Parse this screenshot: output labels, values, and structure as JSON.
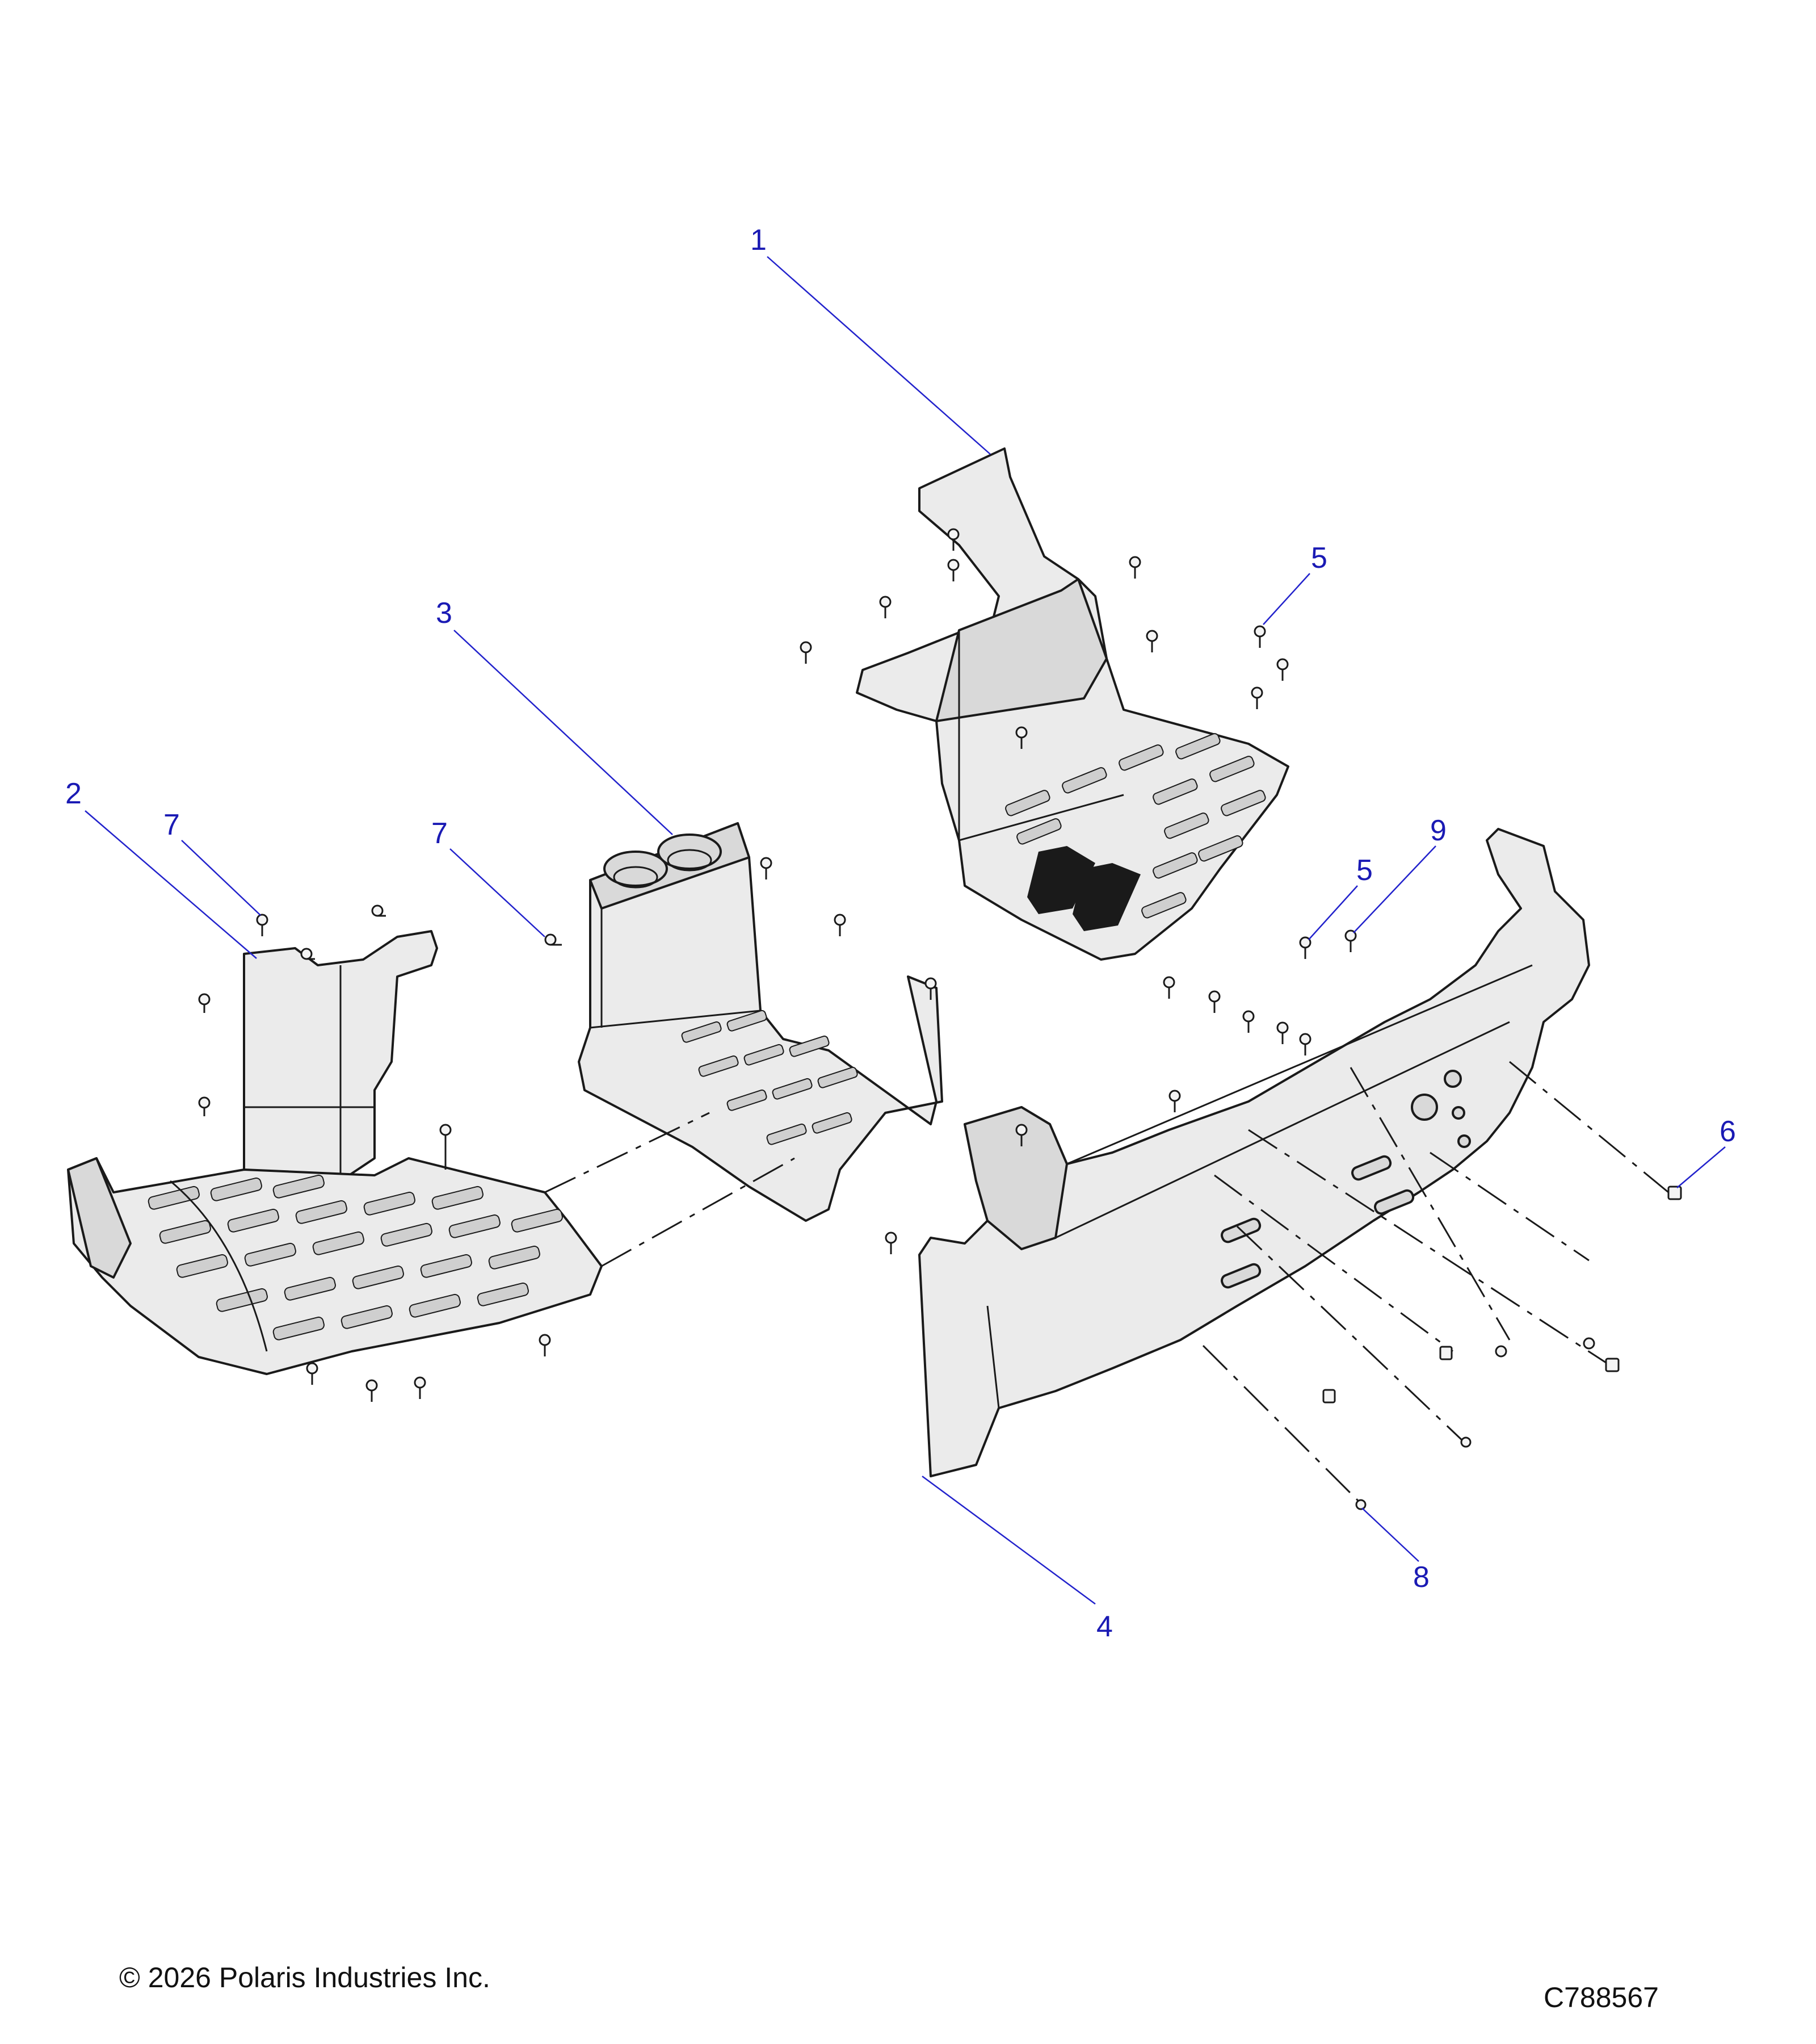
{
  "callouts": [
    {
      "id": "c1",
      "label": "1"
    },
    {
      "id": "c2",
      "label": "2"
    },
    {
      "id": "c3",
      "label": "3"
    },
    {
      "id": "c4",
      "label": "4"
    },
    {
      "id": "c5a",
      "label": "5"
    },
    {
      "id": "c5b",
      "label": "5"
    },
    {
      "id": "c6",
      "label": "6"
    },
    {
      "id": "c7a",
      "label": "7"
    },
    {
      "id": "c7b",
      "label": "7"
    },
    {
      "id": "c8",
      "label": "8"
    },
    {
      "id": "c9",
      "label": "9"
    }
  ],
  "footer": {
    "copyright": "© 2026 Polaris Industries Inc.",
    "drawing_number": "C788567"
  },
  "colors": {
    "callout": "#1a1ab4",
    "part_fill": "#ebebeb",
    "line": "#1a1a1a"
  }
}
